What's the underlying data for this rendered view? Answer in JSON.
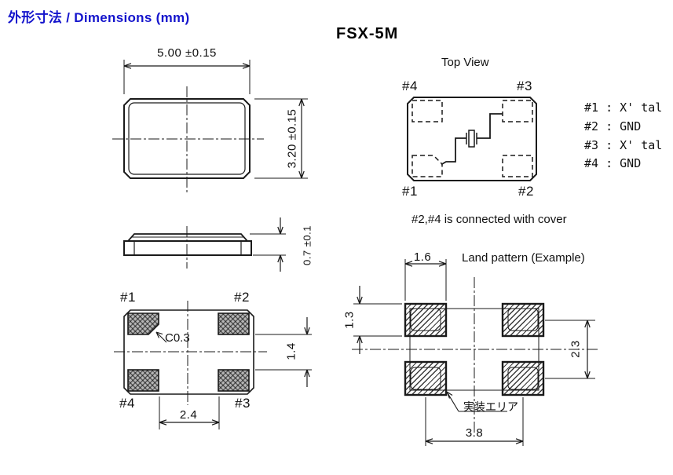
{
  "header": {
    "title": "外形寸法 / Dimensions (mm)",
    "part_number": "FSX-5M"
  },
  "outline_view": {
    "width_dim": "5.00 ±0.15",
    "height_dim": "3.20 ±0.15"
  },
  "side_view": {
    "thickness_dim": "0.7 ±0.1"
  },
  "bottom_view": {
    "pad1": "#1",
    "pad2": "#2",
    "pad3": "#3",
    "pad4": "#4",
    "chamfer_label": "C0.3",
    "pad_span_dim": "2.4",
    "pad_gap_dim": "1.4"
  },
  "top_view": {
    "title": "Top View",
    "pad1": "#1",
    "pad2": "#2",
    "pad3": "#3",
    "pad4": "#4",
    "pin_lines": [
      "#1 : X' tal",
      "#2 : GND",
      "#3 : X' tal",
      "#4 : GND"
    ],
    "note": "#2,#4 is connected with cover"
  },
  "land_pattern": {
    "title": "Land pattern (Example)",
    "pad_width_dim": "1.6",
    "pad_height_dim": "1.3",
    "row_pitch_dim": "2.3",
    "col_pitch_dim": "3.8",
    "mount_area_label": "実装エリア"
  },
  "colors": {
    "title_blue": "#1414cc",
    "line_black": "#1a1a1a"
  }
}
